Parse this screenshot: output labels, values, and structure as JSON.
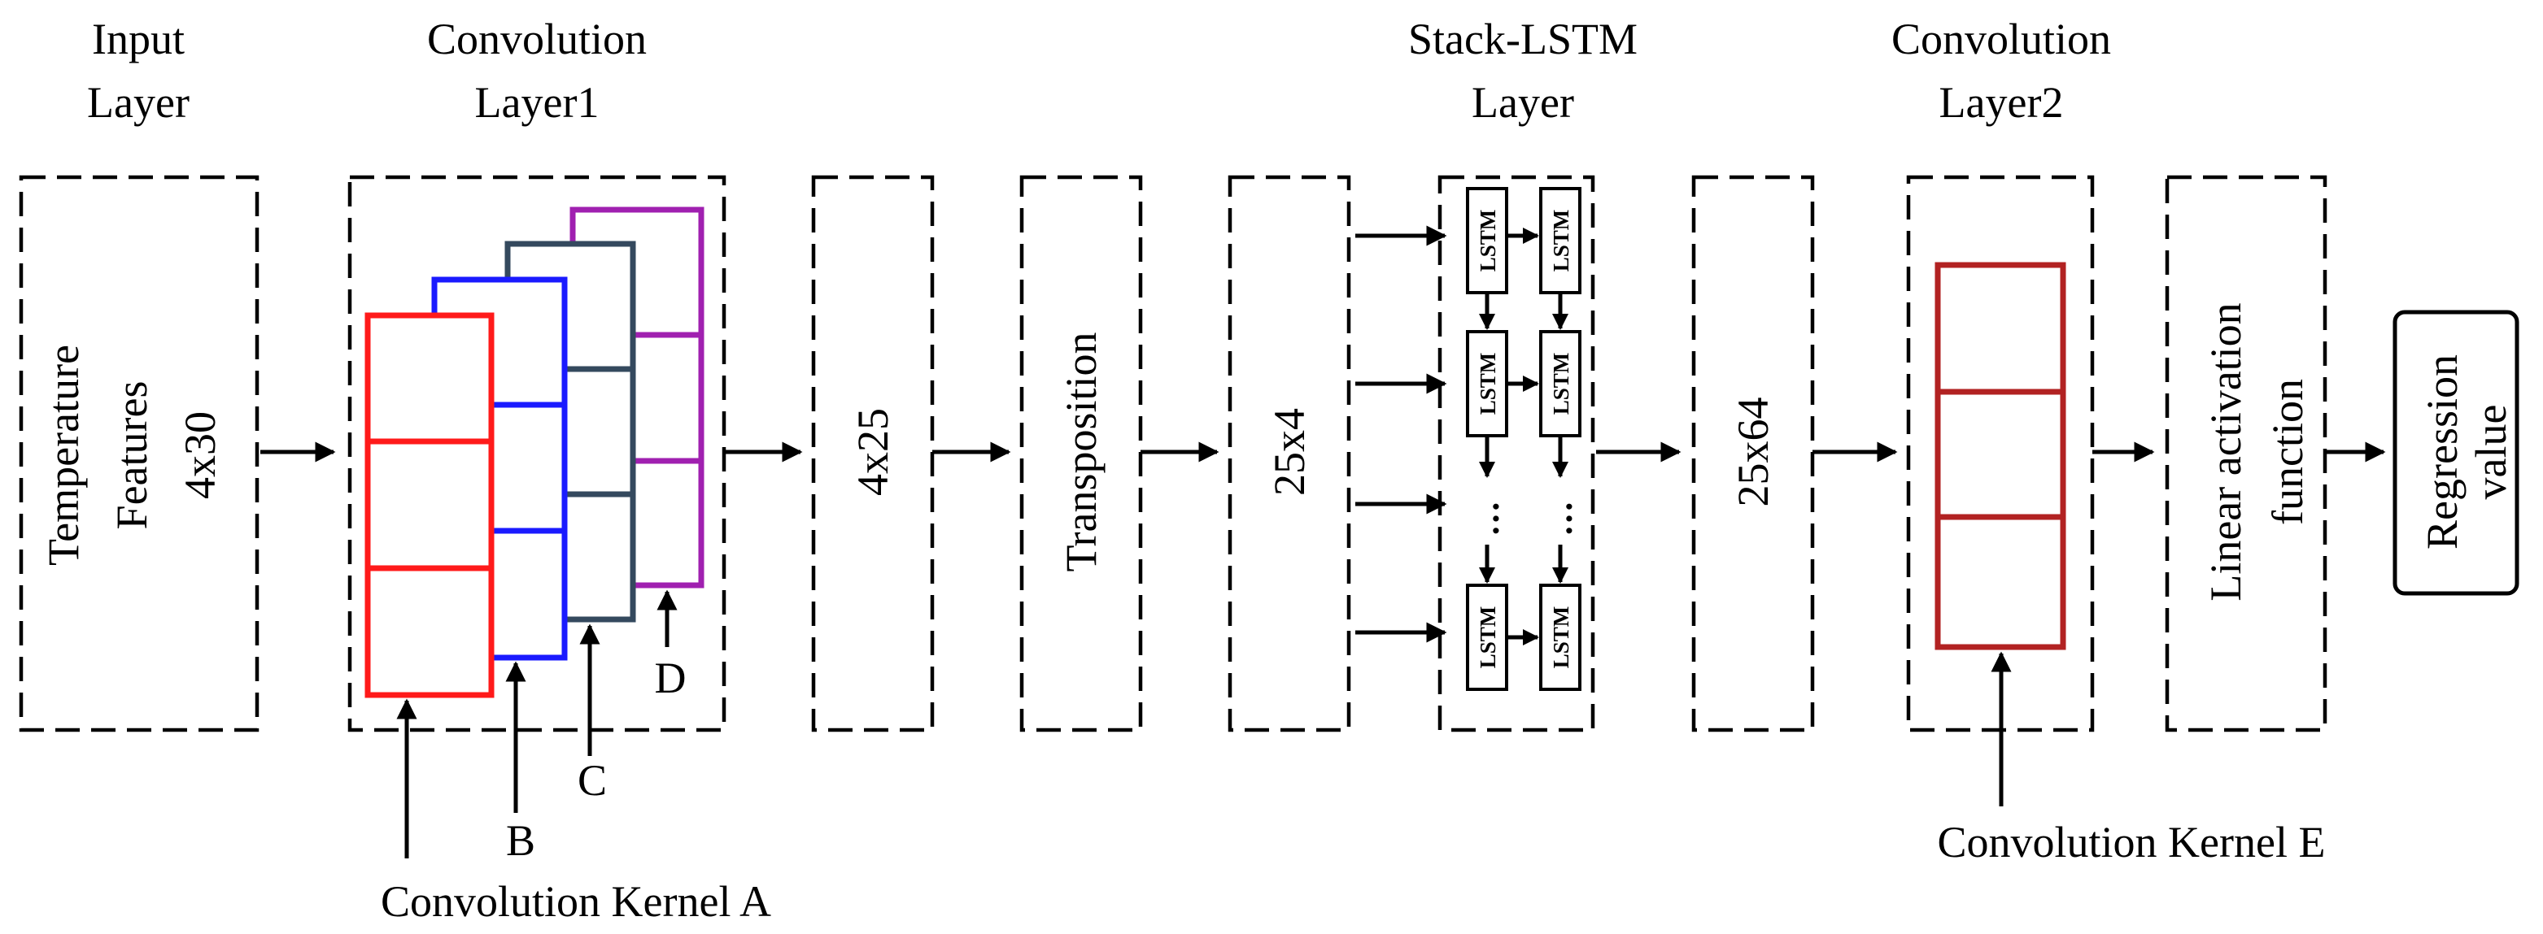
{
  "headers": {
    "input_line1": "Input",
    "input_line2": "Layer",
    "conv1_line1": "Convolution",
    "conv1_line2": "Layer1",
    "lstm_line1": "Stack-LSTM",
    "lstm_line2": "Layer",
    "conv2_line1": "Convolution",
    "conv2_line2": "Layer2"
  },
  "boxes": {
    "input_line1": "Temperature",
    "input_line2": "Features",
    "input_line3": "4x30",
    "dim_4x25": "4x25",
    "transposition": "Transposition",
    "dim_25x4": "25x4",
    "dim_25x64": "25x64",
    "linear_line1": "Linear activation",
    "linear_line2": "function",
    "regression_line1": "Regression",
    "regression_line2": "value"
  },
  "kernels": {
    "a": "Convolution Kernel A",
    "b": "B",
    "c": "C",
    "d": "D",
    "e": "Convolution Kernel E"
  },
  "lstm_cell_label": "LSTM",
  "ellipsis": "…",
  "colors": {
    "kernel_a": "#ff1a1a",
    "kernel_b": "#1a1aff",
    "kernel_c": "#34495e",
    "kernel_d": "#a020b0",
    "kernel_e": "#b22222"
  }
}
